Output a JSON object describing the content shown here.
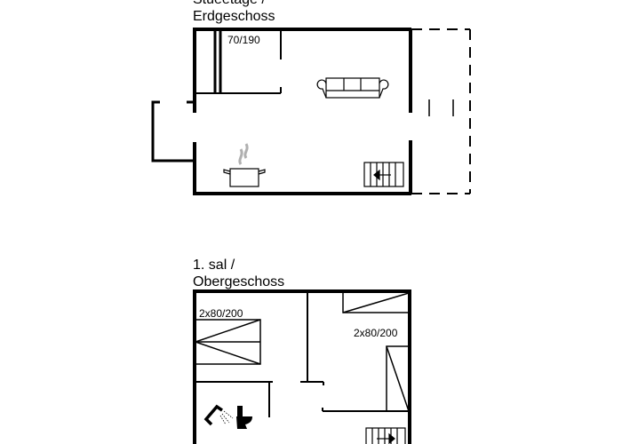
{
  "ground_floor": {
    "title_line1": "Stueetage /",
    "title_line2": "Erdgeschoss",
    "bed_label": "70/190"
  },
  "upper_floor": {
    "title_line1": "1. sal /",
    "title_line2": "Obergeschoss",
    "bed_label_left": "2x80/200",
    "bed_label_right": "2x80/200"
  },
  "colors": {
    "line": "#000000",
    "steam": "#b0b0b0"
  }
}
